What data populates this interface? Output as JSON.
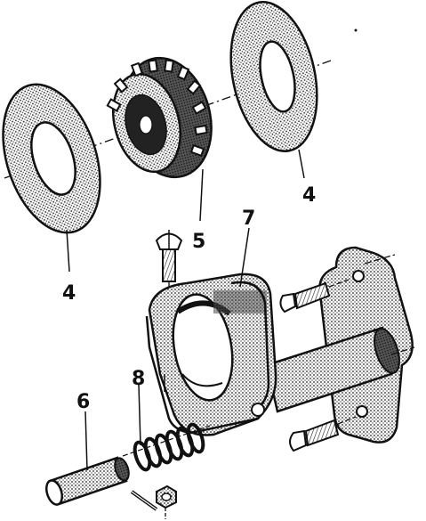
{
  "diagram": {
    "callouts": [
      {
        "id": "washer-left-label",
        "text": "4"
      },
      {
        "id": "washer-right-label",
        "text": "4"
      },
      {
        "id": "gear-label",
        "text": "5"
      },
      {
        "id": "bracket-label",
        "text": "7"
      },
      {
        "id": "spring-label",
        "text": "8"
      },
      {
        "id": "pin-label",
        "text": "6"
      }
    ]
  },
  "colors": {
    "ink": "#111111",
    "paper": "#ffffff",
    "shade": "#3a3a3a"
  }
}
